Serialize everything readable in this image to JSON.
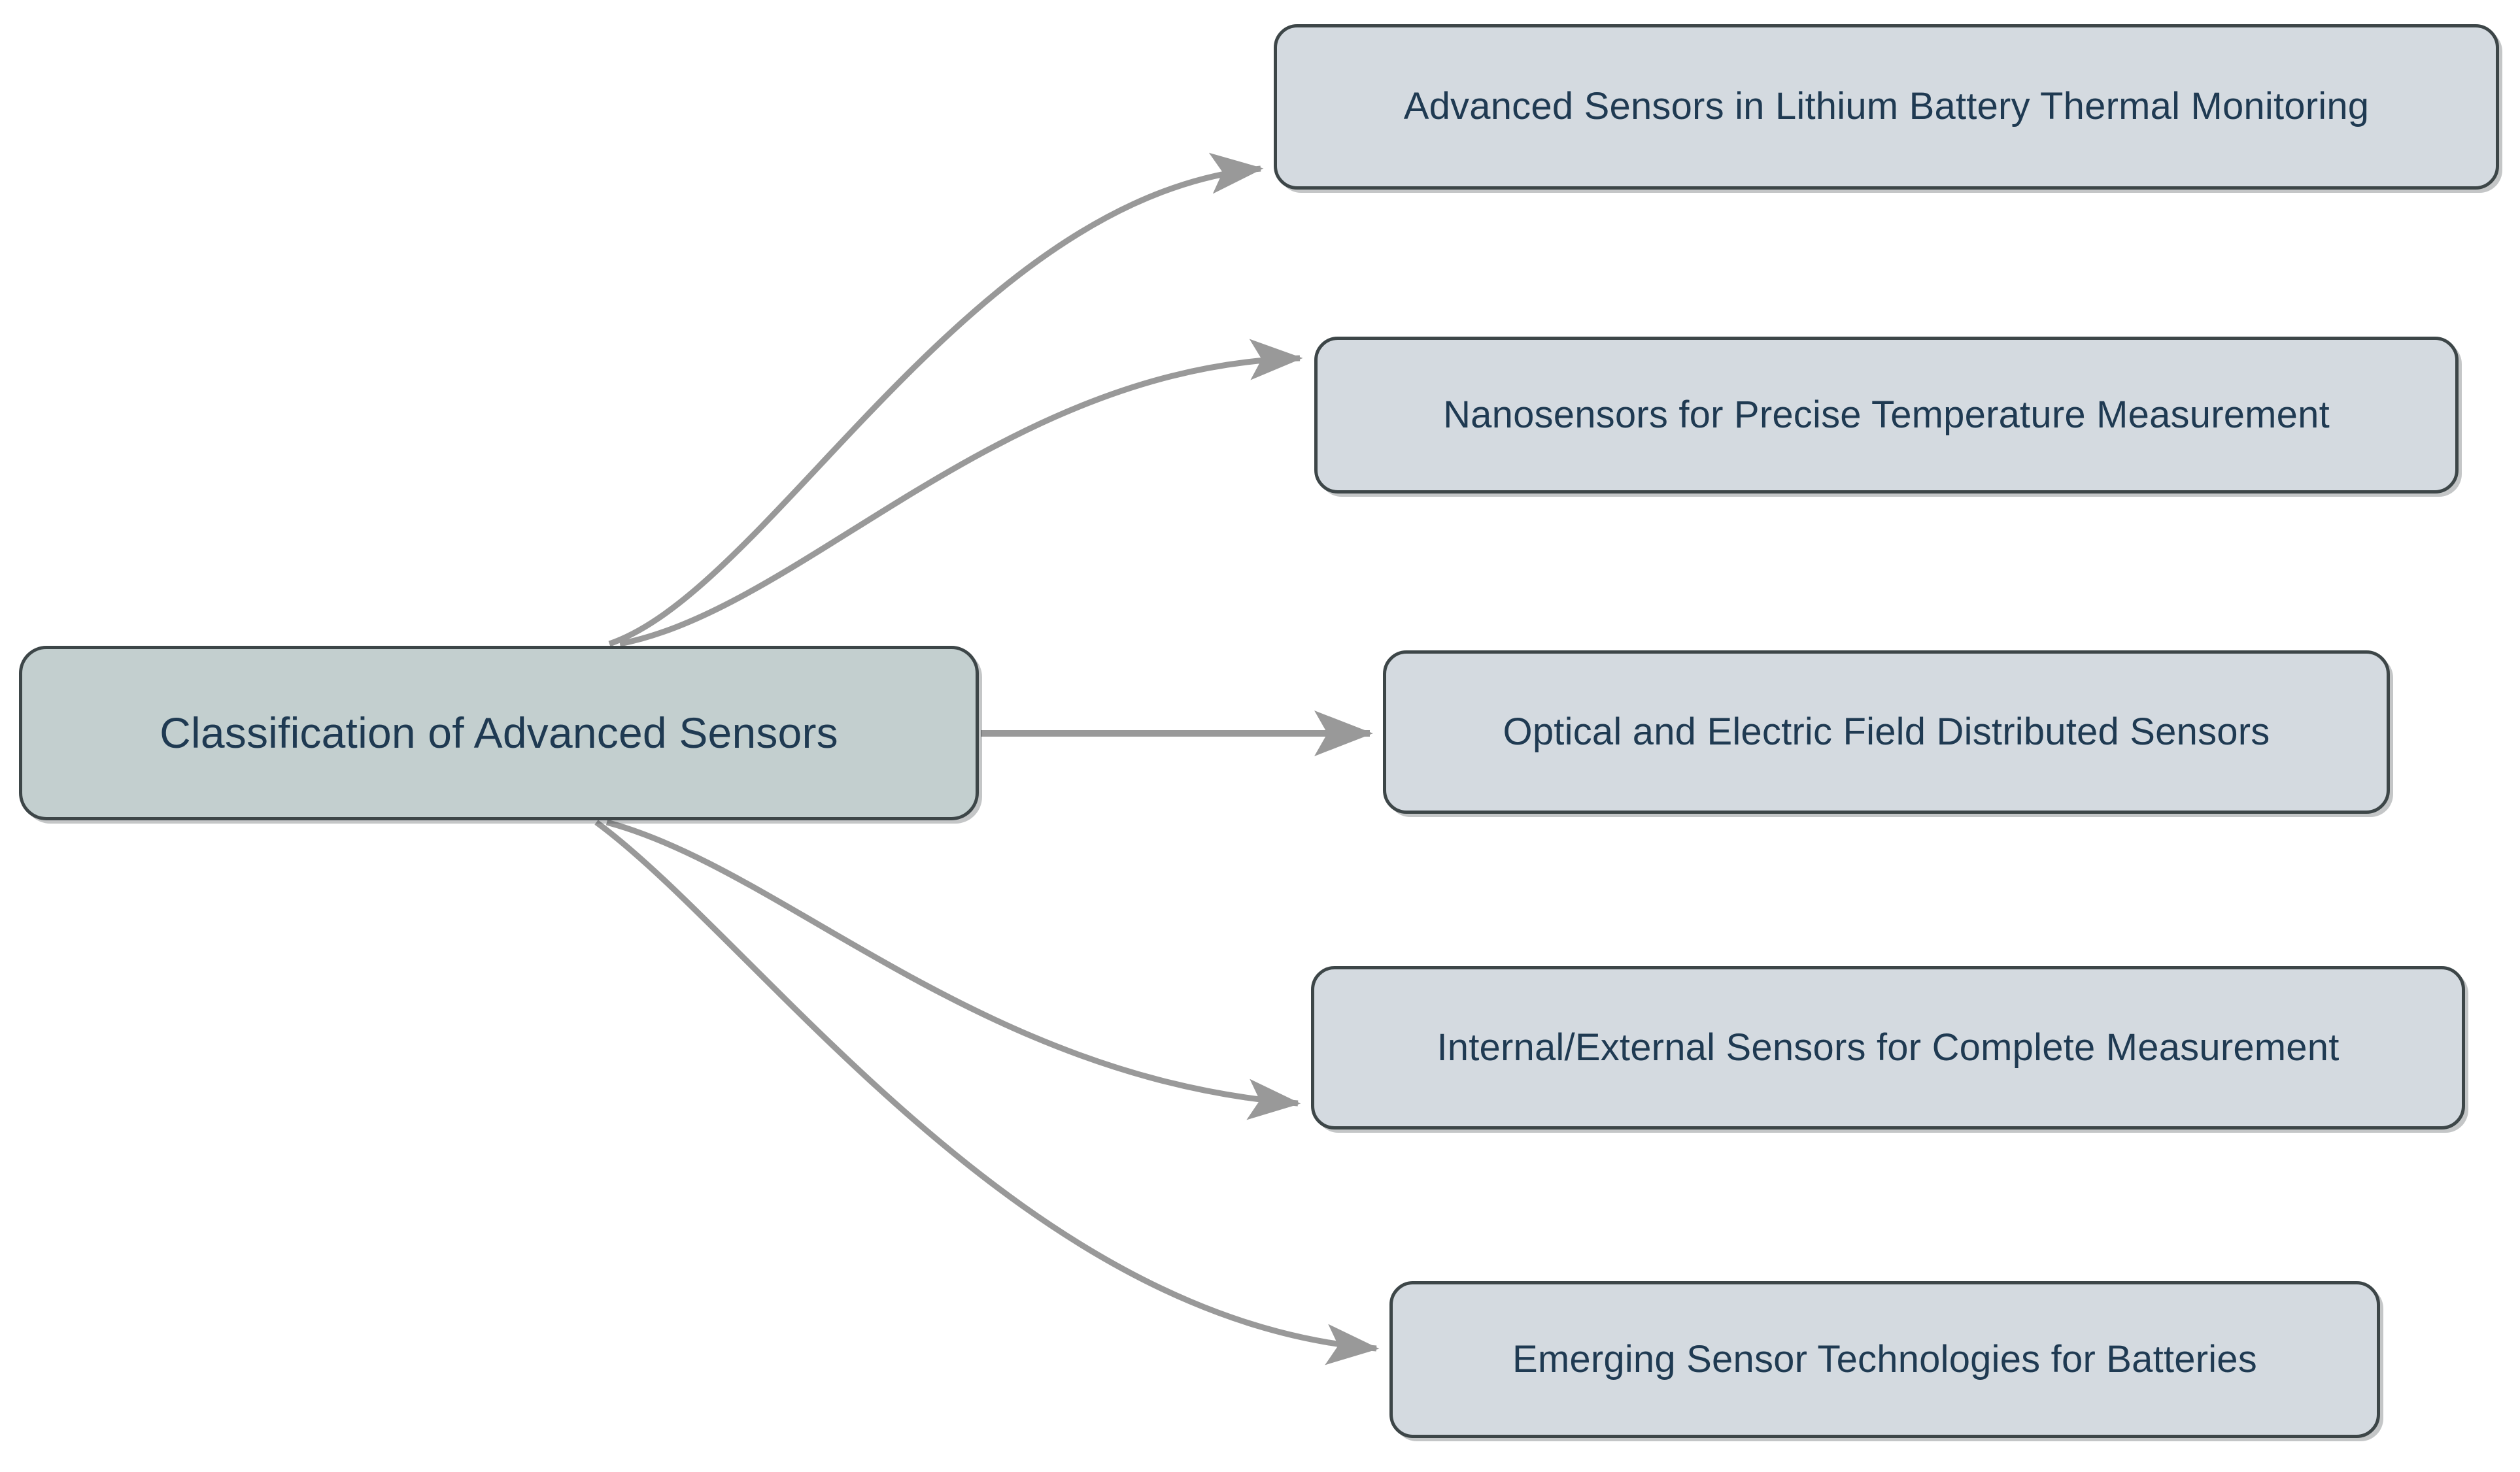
{
  "diagram": {
    "type": "flowchart-mindmap",
    "direction": "left-to-right",
    "background_color": "#ffffff",
    "edge_color": "#999999",
    "root": {
      "id": "root",
      "label": "Classification of Advanced Sensors",
      "fill_color": "#c3cfcf",
      "border_color": "#3d4648",
      "text_color": "#1f3a52"
    },
    "children": [
      {
        "id": "child-1",
        "label": "Advanced Sensors in Lithium Battery Thermal Monitoring",
        "fill_color": "#d4dae0",
        "border_color": "#3d4648",
        "text_color": "#1f3a52"
      },
      {
        "id": "child-2",
        "label": "Nanosensors for Precise Temperature Measurement",
        "fill_color": "#d4dae0",
        "border_color": "#3d4648",
        "text_color": "#1f3a52"
      },
      {
        "id": "child-3",
        "label": "Optical and Electric Field Distributed Sensors",
        "fill_color": "#d4dae0",
        "border_color": "#3d4648",
        "text_color": "#1f3a52"
      },
      {
        "id": "child-4",
        "label": "Internal/External Sensors for Complete Measurement",
        "fill_color": "#d4dae0",
        "border_color": "#3d4648",
        "text_color": "#1f3a52"
      },
      {
        "id": "child-5",
        "label": "Emerging Sensor Technologies for Batteries",
        "fill_color": "#d4dae0",
        "border_color": "#3d4648",
        "text_color": "#1f3a52"
      }
    ],
    "edges": [
      {
        "from": "root",
        "to": "child-1",
        "style": "curved-arrow"
      },
      {
        "from": "root",
        "to": "child-2",
        "style": "curved-arrow"
      },
      {
        "from": "root",
        "to": "child-3",
        "style": "straight-arrow"
      },
      {
        "from": "root",
        "to": "child-4",
        "style": "curved-arrow"
      },
      {
        "from": "root",
        "to": "child-5",
        "style": "curved-arrow"
      }
    ]
  }
}
